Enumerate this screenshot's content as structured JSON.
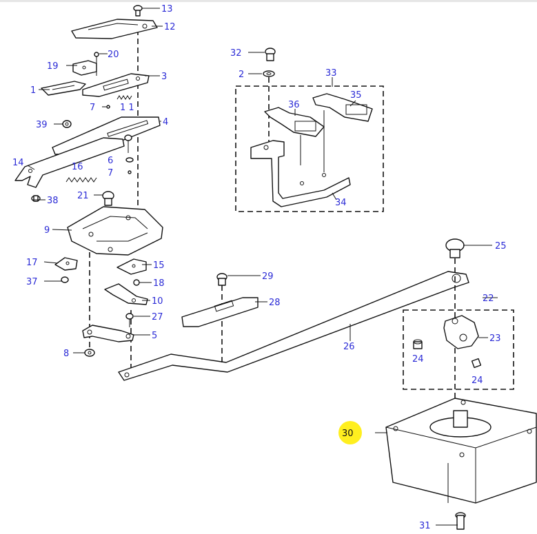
{
  "callouts": [
    {
      "id": "c1",
      "label": "1"
    },
    {
      "id": "c2",
      "label": "2"
    },
    {
      "id": "c3",
      "label": "3"
    },
    {
      "id": "c4",
      "label": "4"
    },
    {
      "id": "c5",
      "label": "5"
    },
    {
      "id": "c6",
      "label": "6"
    },
    {
      "id": "c7a",
      "label": "7"
    },
    {
      "id": "c7b",
      "label": "7"
    },
    {
      "id": "c8",
      "label": "8"
    },
    {
      "id": "c9",
      "label": "9"
    },
    {
      "id": "c10",
      "label": "10"
    },
    {
      "id": "c11",
      "label": "1 1"
    },
    {
      "id": "c12",
      "label": "12"
    },
    {
      "id": "c13",
      "label": "13"
    },
    {
      "id": "c14",
      "label": "14"
    },
    {
      "id": "c15",
      "label": "15"
    },
    {
      "id": "c16",
      "label": "16"
    },
    {
      "id": "c17",
      "label": "17"
    },
    {
      "id": "c18",
      "label": "18"
    },
    {
      "id": "c19",
      "label": "19"
    },
    {
      "id": "c20",
      "label": "20"
    },
    {
      "id": "c21",
      "label": "21"
    },
    {
      "id": "c22",
      "label": "22"
    },
    {
      "id": "c23",
      "label": "23"
    },
    {
      "id": "c24a",
      "label": "24"
    },
    {
      "id": "c24b",
      "label": "24"
    },
    {
      "id": "c25",
      "label": "25"
    },
    {
      "id": "c26",
      "label": "26"
    },
    {
      "id": "c27",
      "label": "27"
    },
    {
      "id": "c28",
      "label": "28"
    },
    {
      "id": "c29",
      "label": "29"
    },
    {
      "id": "c30",
      "label": "30"
    },
    {
      "id": "c31",
      "label": "31"
    },
    {
      "id": "c32",
      "label": "32"
    },
    {
      "id": "c33",
      "label": "33"
    },
    {
      "id": "c34",
      "label": "34"
    },
    {
      "id": "c35",
      "label": "35"
    },
    {
      "id": "c36",
      "label": "36"
    },
    {
      "id": "c37",
      "label": "37"
    },
    {
      "id": "c38",
      "label": "38"
    },
    {
      "id": "c39",
      "label": "39"
    }
  ],
  "highlight": {
    "callout": "30",
    "color": "#ffef1f"
  },
  "colors": {
    "callout_text": "#2b2bd6",
    "line": "#111111",
    "background": "#ffffff"
  }
}
